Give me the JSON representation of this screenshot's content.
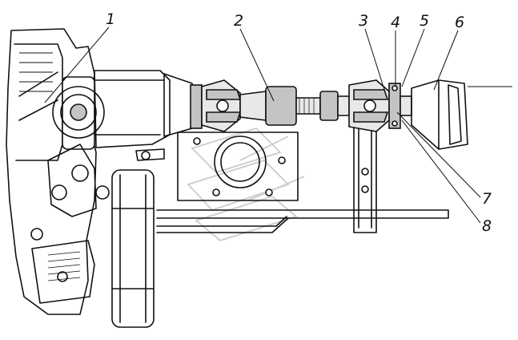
{
  "callouts": [
    {
      "id": "1",
      "label": "1"
    },
    {
      "id": "2",
      "label": "2"
    },
    {
      "id": "3",
      "label": "3"
    },
    {
      "id": "4",
      "label": "4"
    },
    {
      "id": "5",
      "label": "5"
    },
    {
      "id": "6",
      "label": "6"
    },
    {
      "id": "7",
      "label": "7"
    },
    {
      "id": "8",
      "label": "8"
    }
  ],
  "colors": {
    "line": "#111111",
    "shade": "#c4c4c4",
    "watermark": "#cfcfcf"
  }
}
